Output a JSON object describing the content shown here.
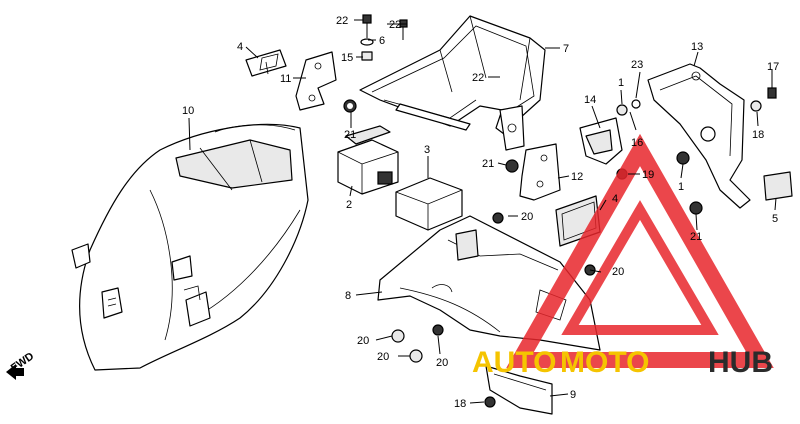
{
  "diagram": {
    "callouts": [
      {
        "id": "c22a",
        "text": "22"
      },
      {
        "id": "c22b",
        "text": "22"
      },
      {
        "id": "c6",
        "text": "6"
      },
      {
        "id": "c15",
        "text": "15"
      },
      {
        "id": "c4a",
        "text": "4"
      },
      {
        "id": "c11",
        "text": "11"
      },
      {
        "id": "c7",
        "text": "7"
      },
      {
        "id": "c22c",
        "text": "22"
      },
      {
        "id": "c10",
        "text": "10"
      },
      {
        "id": "c21a",
        "text": "21"
      },
      {
        "id": "c3",
        "text": "3"
      },
      {
        "id": "c2",
        "text": "2"
      },
      {
        "id": "c21b",
        "text": "21"
      },
      {
        "id": "c12",
        "text": "12"
      },
      {
        "id": "c20a",
        "text": "20"
      },
      {
        "id": "c14",
        "text": "14"
      },
      {
        "id": "c1a",
        "text": "1"
      },
      {
        "id": "c23",
        "text": "23"
      },
      {
        "id": "c16",
        "text": "16"
      },
      {
        "id": "c19",
        "text": "19"
      },
      {
        "id": "c4b",
        "text": "4"
      },
      {
        "id": "c13",
        "text": "13"
      },
      {
        "id": "c17",
        "text": "17"
      },
      {
        "id": "c18a",
        "text": "18"
      },
      {
        "id": "c1b",
        "text": "1"
      },
      {
        "id": "c5",
        "text": "5"
      },
      {
        "id": "c21c",
        "text": "21"
      },
      {
        "id": "c20b",
        "text": "20"
      },
      {
        "id": "c8",
        "text": "8"
      },
      {
        "id": "c20c",
        "text": "20"
      },
      {
        "id": "c20d",
        "text": "20"
      },
      {
        "id": "c20e",
        "text": "20"
      },
      {
        "id": "c9",
        "text": "9"
      },
      {
        "id": "c18b",
        "text": "18"
      }
    ],
    "direction_label": "FWD",
    "watermark": {
      "text_a": "AUTO",
      "text_b": "MOTO",
      "text_c": "HUB",
      "color_red": "#e8262b",
      "color_yellow": "#f5c400",
      "color_dark": "#2b2b2b"
    }
  }
}
